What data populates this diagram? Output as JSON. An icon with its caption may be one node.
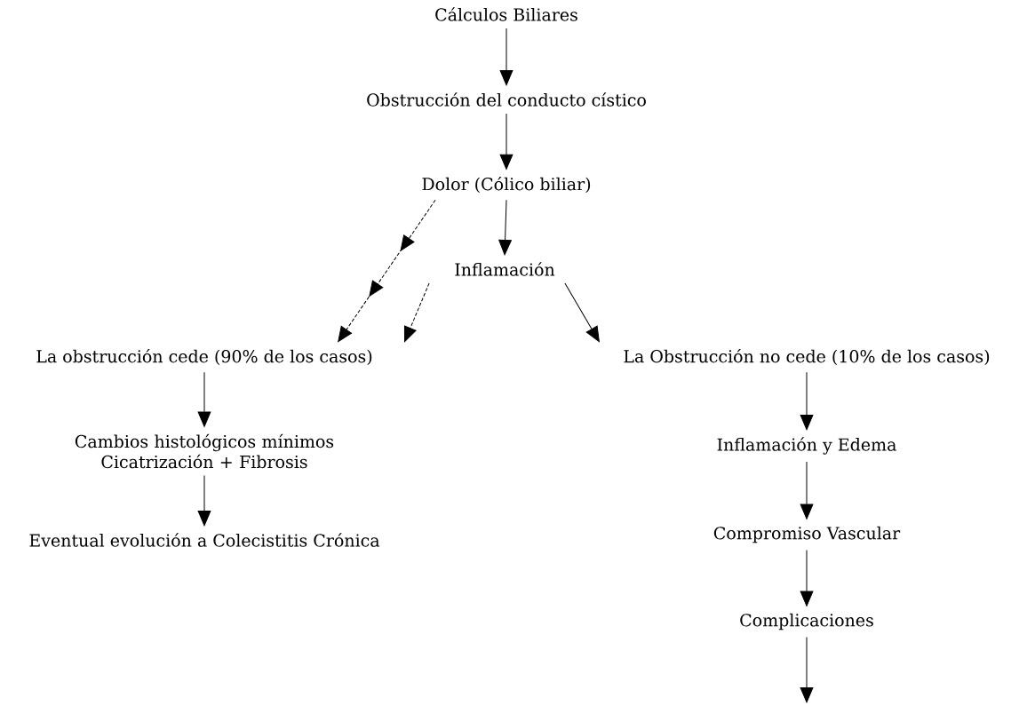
{
  "diagram": {
    "nodes": [
      {
        "text": [
          "Cálculos Biliares"
        ]
      },
      {
        "text": [
          "Obstrucción del conducto cístico"
        ]
      },
      {
        "text": [
          "Dolor (Cólico biliar)"
        ]
      },
      {
        "text": [
          "Inflamación"
        ]
      },
      {
        "text": [
          "La obstrucción cede (90% de los casos)"
        ]
      },
      {
        "text": [
          "La Obstrucción no cede (10% de los casos)"
        ]
      },
      {
        "text": [
          "Cambios histológicos mínimos Cicatrización + Fibrosis"
        ]
      },
      {
        "text": [
          "Eventual evolución a Colecistitis Crónica"
        ]
      },
      {
        "text": [
          "Inflamación y Edema"
        ]
      },
      {
        "text": [
          "Compromiso Vascular"
        ]
      },
      {
        "text": [
          "Complicaciones"
        ]
      }
    ],
    "edges": [
      {
        "from": 0,
        "to": 1,
        "arrow": "to"
      },
      {
        "from": 1,
        "to": 2,
        "arrow": "to"
      },
      {
        "from": 2,
        "to": 3,
        "arrow": "to"
      },
      {
        "from": 2,
        "to": 4,
        "arrow": "to",
        "style": "dashed"
      },
      {
        "from": 3,
        "to": 4,
        "arrow": "to",
        "style": "dashed"
      },
      {
        "from": 3,
        "to": 5,
        "arrow": "to"
      },
      {
        "from": 4,
        "to": 6,
        "arrow": "to"
      },
      {
        "from": 6,
        "to": 7,
        "arrow": "to"
      },
      {
        "from": 5,
        "to": 8,
        "arrow": "to"
      },
      {
        "from": 8,
        "to": 9,
        "arrow": "to"
      },
      {
        "from": 9,
        "to": 10,
        "arrow": "to"
      },
      {
        "from": 10,
        "to": null,
        "arrow": "to"
      }
    ]
  }
}
